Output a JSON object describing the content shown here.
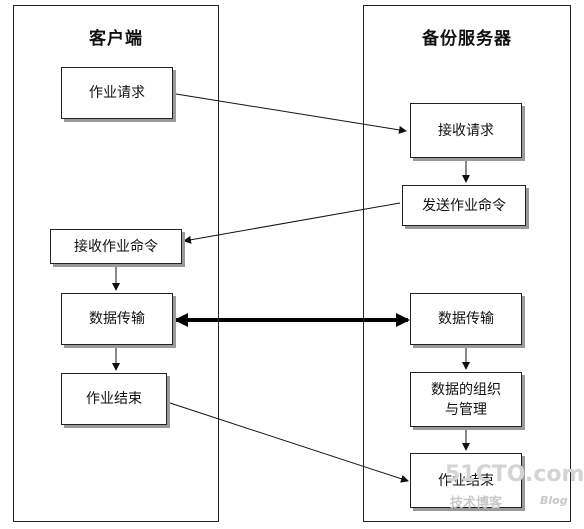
{
  "lanes": {
    "client": {
      "title": "客户端"
    },
    "server": {
      "title": "备份服务器"
    }
  },
  "client_steps": {
    "job_request": "作业请求",
    "receive_job_command": "接收作业命令",
    "data_transfer": "数据传输",
    "job_end": "作业结束"
  },
  "server_steps": {
    "receive_request": "接收请求",
    "send_job_command": "发送作业命令",
    "data_transfer": "数据传输",
    "data_organize_line1": "数据的组织",
    "data_organize_line2": "与管理",
    "job_end": "作业结束"
  },
  "watermark": {
    "site": "51CTO.com",
    "blog_cn": "技术博客",
    "blog_en": "Blog"
  }
}
